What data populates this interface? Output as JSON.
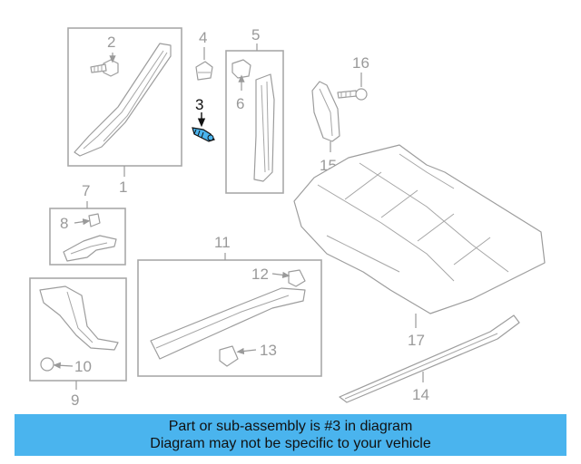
{
  "callouts": {
    "c1": "1",
    "c2": "2",
    "c3": "3",
    "c4": "4",
    "c5": "5",
    "c6": "6",
    "c7": "7",
    "c8": "8",
    "c9": "9",
    "c10": "10",
    "c11": "11",
    "c12": "12",
    "c13": "13",
    "c14": "14",
    "c15": "15",
    "c16": "16",
    "c17": "17"
  },
  "highlight": {
    "part_number": "3",
    "color": "#4ab4ee"
  },
  "banner": {
    "line1": "Part or sub-assembly is #3 in diagram",
    "line2": "Diagram may not be specific to your vehicle"
  }
}
